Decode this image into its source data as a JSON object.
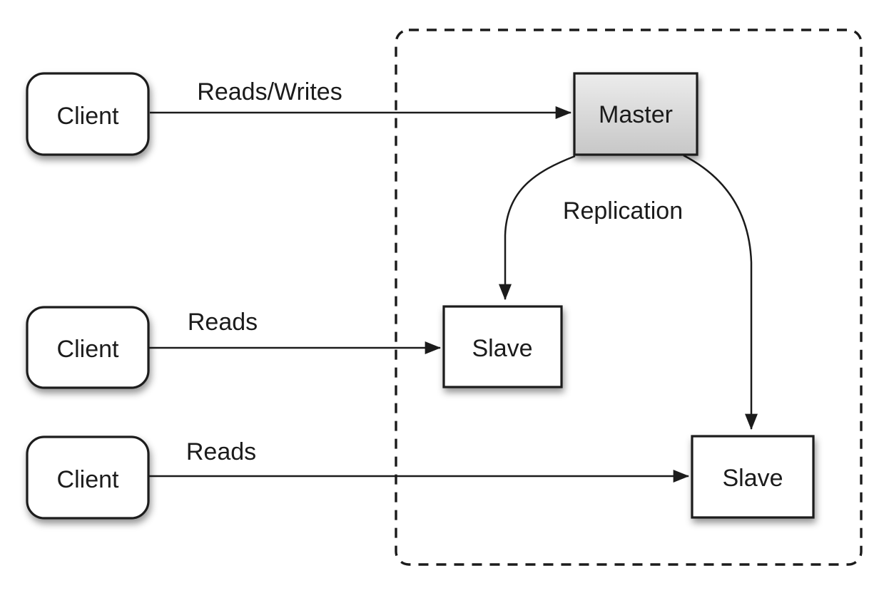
{
  "diagram": {
    "type": "architecture-diagram",
    "topic": "master-slave-replication",
    "colors": {
      "ink": "#1b1b1b",
      "bg": "#ffffff",
      "master_top": "#ececec",
      "master_bottom": "#c7c7c7"
    },
    "nodes": {
      "clients": [
        {
          "label": "Client"
        },
        {
          "label": "Client"
        },
        {
          "label": "Client"
        }
      ],
      "master": {
        "label": "Master"
      },
      "slaves": [
        {
          "label": "Slave"
        },
        {
          "label": "Slave"
        }
      ]
    },
    "edges": {
      "client1_master": {
        "label": "Reads/Writes"
      },
      "client2_slave1": {
        "label": "Reads"
      },
      "client3_slave2": {
        "label": "Reads"
      },
      "replication": {
        "label": "Replication"
      }
    }
  }
}
